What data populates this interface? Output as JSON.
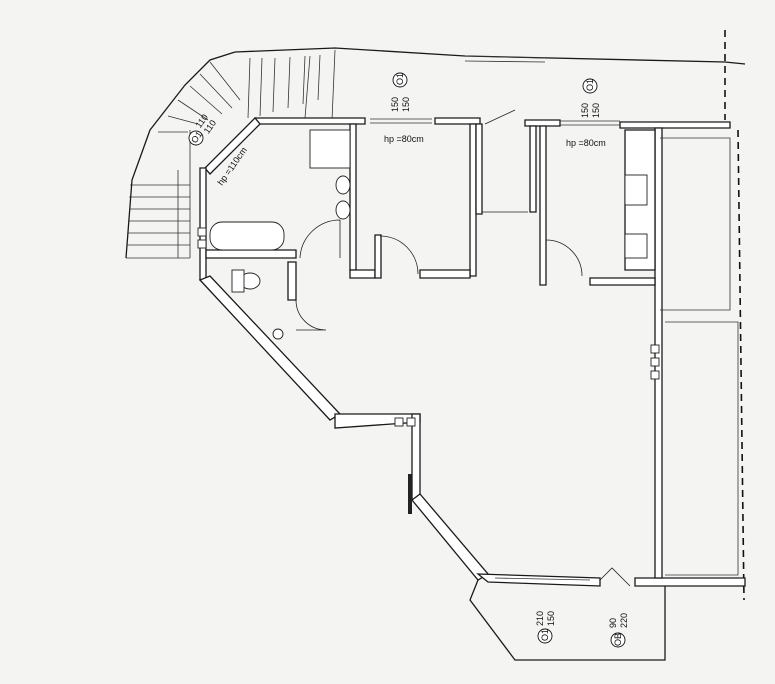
{
  "labels": {
    "window_left": "hp =80cm",
    "window_right": "hp =80cm",
    "window_diagonal": "hp =110cm",
    "stair_window_tag": "O1",
    "stair_window_h": "110",
    "stair_window_w": "110",
    "top_left_tag": "O1",
    "top_left_a": "150",
    "top_left_b": "150",
    "top_right_tag": "O1",
    "top_right_a": "150",
    "top_right_b": "150",
    "bottom_left_tag": "O1",
    "bottom_left_a": "210",
    "bottom_left_b": "150",
    "bottom_right_tag": "OB",
    "bottom_right_a": "90",
    "bottom_right_b": "220"
  },
  "colors": {
    "paper": "#f4f4f2",
    "ink": "#1a1a1a"
  }
}
